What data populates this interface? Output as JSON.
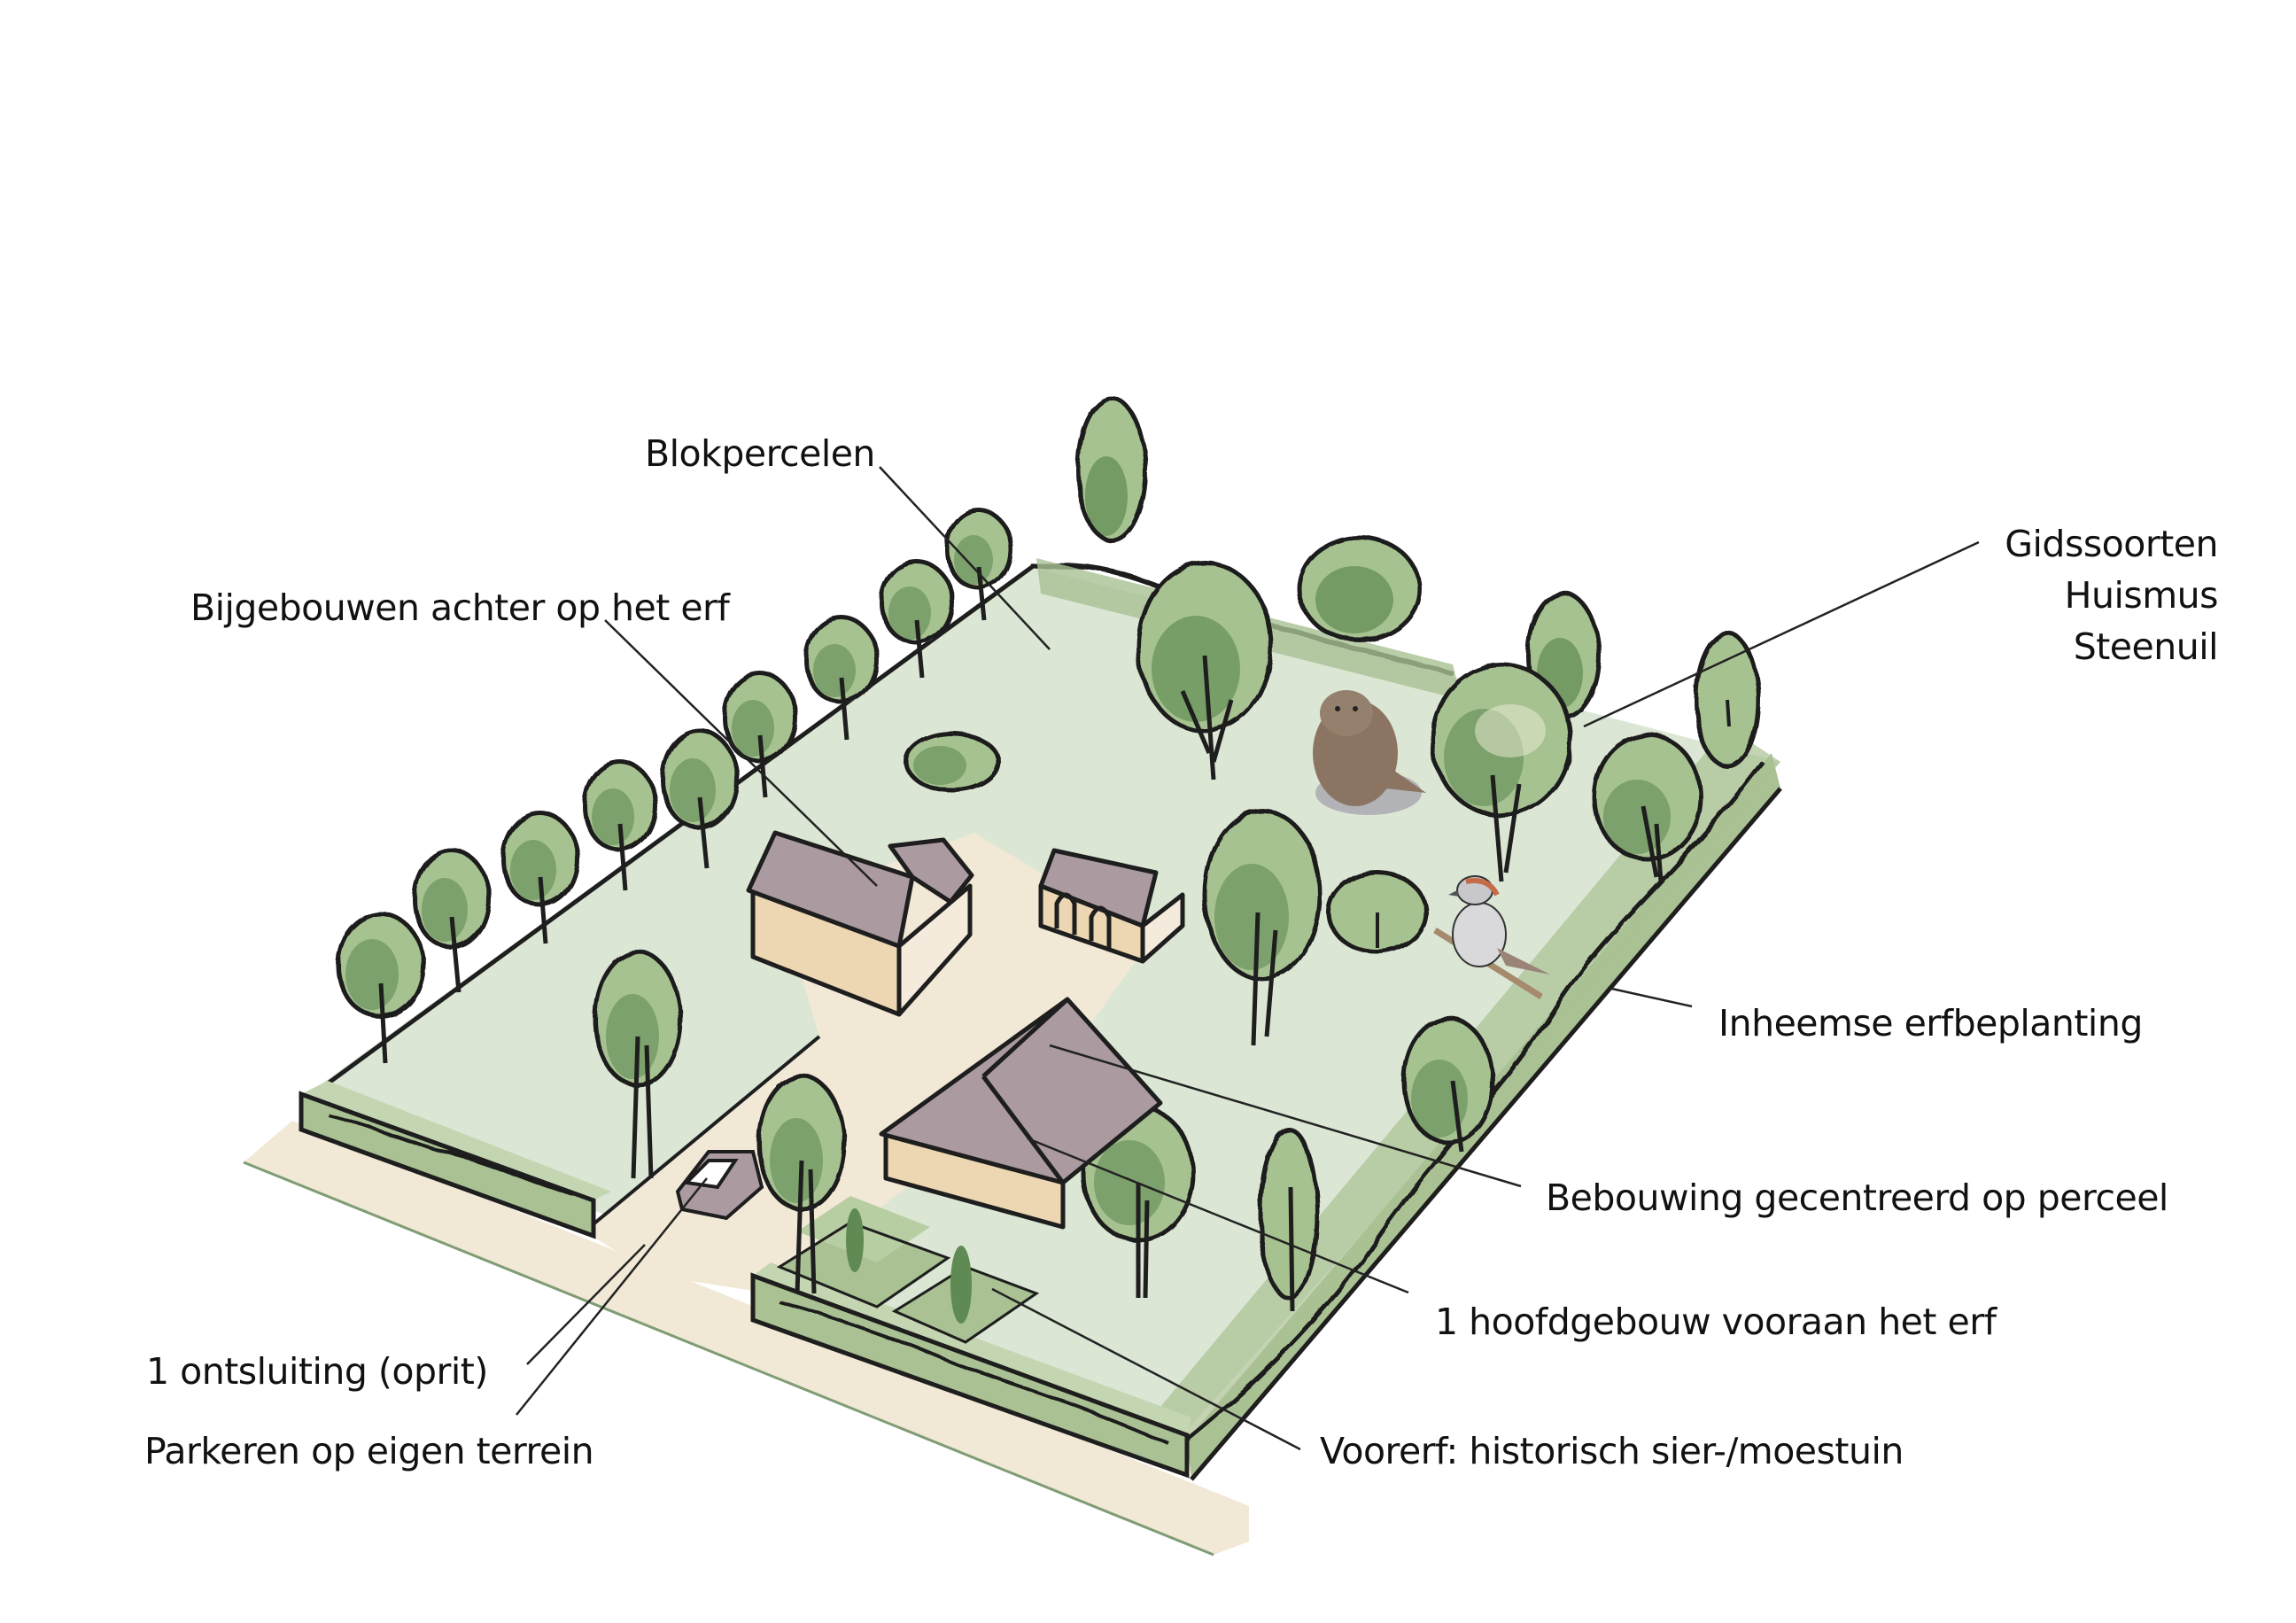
{
  "figure": {
    "type": "isometric-farmyard-illustration",
    "colors": {
      "background": "#ffffff",
      "lawn": "#dbe6d4",
      "hedge": "#a9c193",
      "tree_light": "#a7c291",
      "tree_dark": "#5f8a53",
      "tree_highlight": "#eef0d8",
      "path": "#f1e8d6",
      "roof": "#ab9ba0",
      "wall_front": "#ecd7b2",
      "wall_side": "#f5ebdc",
      "outline": "#1e1e1e",
      "leader_line": "#222222",
      "road_edge": "#7f9c74"
    }
  },
  "labels": {
    "blokpercelen": "Blokpercelen",
    "bijgebouwen": "Bijgebouwen achter op het erf",
    "gidssoorten": {
      "title": "Gidssoorten",
      "species": [
        "Huismus",
        "Steenuil"
      ]
    },
    "inheemse": "Inheemse erfbeplanting",
    "bebouwing": "Bebouwing gecentreerd op perceel",
    "hoofdgebouw": "1 hoofdgebouw vooraan het erf",
    "voorerf": "Voorerf: historisch sier-/moestuin",
    "ontsluiting": "1 ontsluiting (oprit)",
    "parkeren": "Parkeren op eigen terrein"
  },
  "illustration_elements": {
    "birds": [
      "Steenuil (little owl)",
      "Huismus (house sparrow)"
    ],
    "buildings": [
      "main house (hipped roof)",
      "barn with side wing",
      "shed with arched doors"
    ],
    "vehicle": "car parked on driveway"
  }
}
